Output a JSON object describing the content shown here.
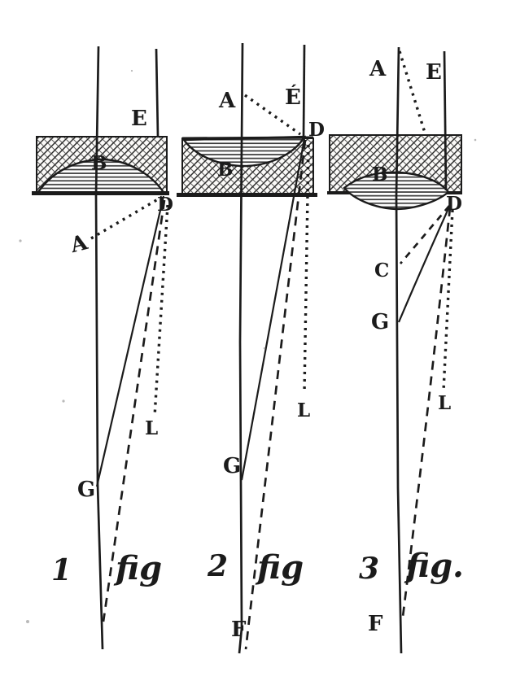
{
  "plate": {
    "figures": {
      "fig1": {
        "number": "1",
        "caption": "fig",
        "labels": {
          "A": "A",
          "B": "B",
          "D": "D",
          "E": "E",
          "G": "G",
          "L": "L"
        }
      },
      "fig2": {
        "number": "2",
        "caption": "fig",
        "labels": {
          "A": "A",
          "B": "B",
          "D": "D",
          "E": "É",
          "F": "F",
          "G": "G",
          "L": "L"
        }
      },
      "fig3": {
        "number": "3",
        "caption": "fig.",
        "labels": {
          "A": "A",
          "B": "B",
          "C": "C",
          "D": "D",
          "E": "E",
          "F": "F",
          "G": "G",
          "L": "L"
        }
      }
    },
    "colors": {
      "ink": "#1b1b1b",
      "paper": "#ffffff",
      "hatch": "#2a2a2a"
    }
  }
}
